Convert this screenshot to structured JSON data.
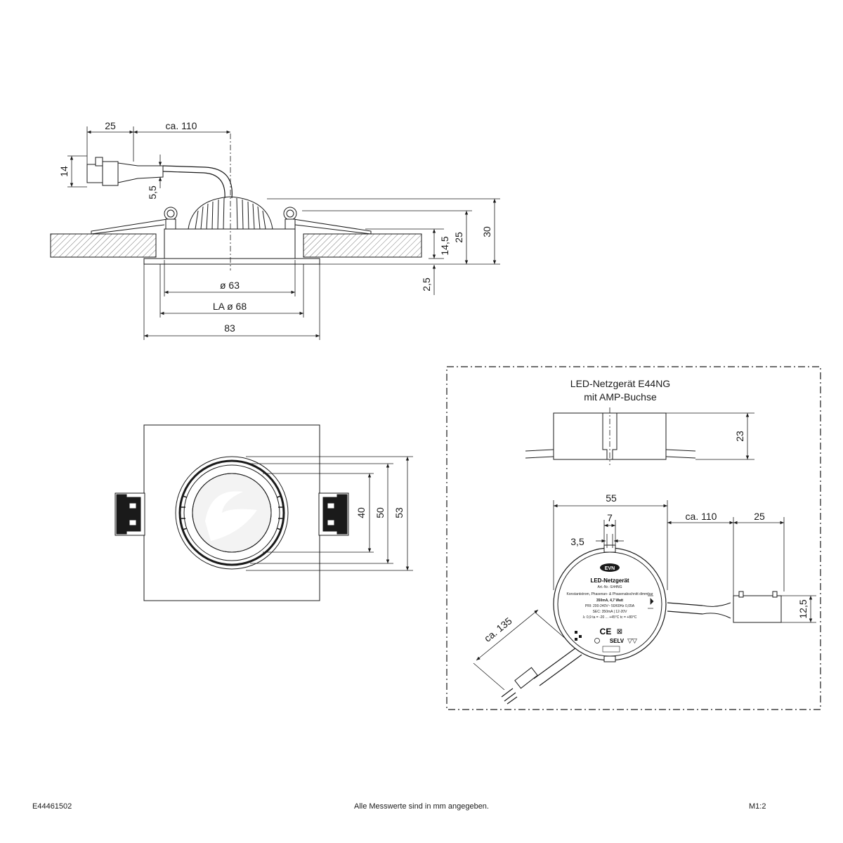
{
  "top_view": {
    "dim_25": "25",
    "dim_ca110": "ca. 110",
    "dim_14": "14",
    "dim_5_5": "5,5",
    "dim_14_5": "14,5",
    "dim_25_right": "25",
    "dim_30": "30",
    "dim_2_5": "2,5",
    "dim_d63": "ø 63",
    "dim_la68": "LA ø 68",
    "dim_83": "83"
  },
  "front_view": {
    "dim_40": "40",
    "dim_50": "50",
    "dim_53": "53"
  },
  "driver_box": {
    "title_line1": "LED-Netzgerät E44NG",
    "title_line2": "mit AMP-Buchse",
    "dim_23": "23",
    "dim_55": "55",
    "dim_7": "7",
    "dim_3_5": "3,5",
    "dim_ca110": "ca. 110",
    "dim_25": "25",
    "dim_12_5": "12,5",
    "dim_ca135": "ca. 135",
    "label": {
      "logo": "EVN",
      "name": "LED-Netzgerät",
      "art": "Art.-Nr.: E44NG",
      "desc": "Konstantstrom, Phasenan- & Phasenabschnitt dimmbar",
      "power": "350mA, 4,7 Watt",
      "pri": "PRI: 200-240V~  50/60Hz  0,05A",
      "sec": "SEC: 350mA  |  12-20V",
      "temps": "λ: 0,9   ta = -20 ... +45°C   tc = +80°C",
      "selv": "SELV"
    }
  },
  "footer": {
    "code": "E44461502",
    "note": "Alle Messwerte sind in mm angegeben.",
    "scale": "M1:2"
  }
}
